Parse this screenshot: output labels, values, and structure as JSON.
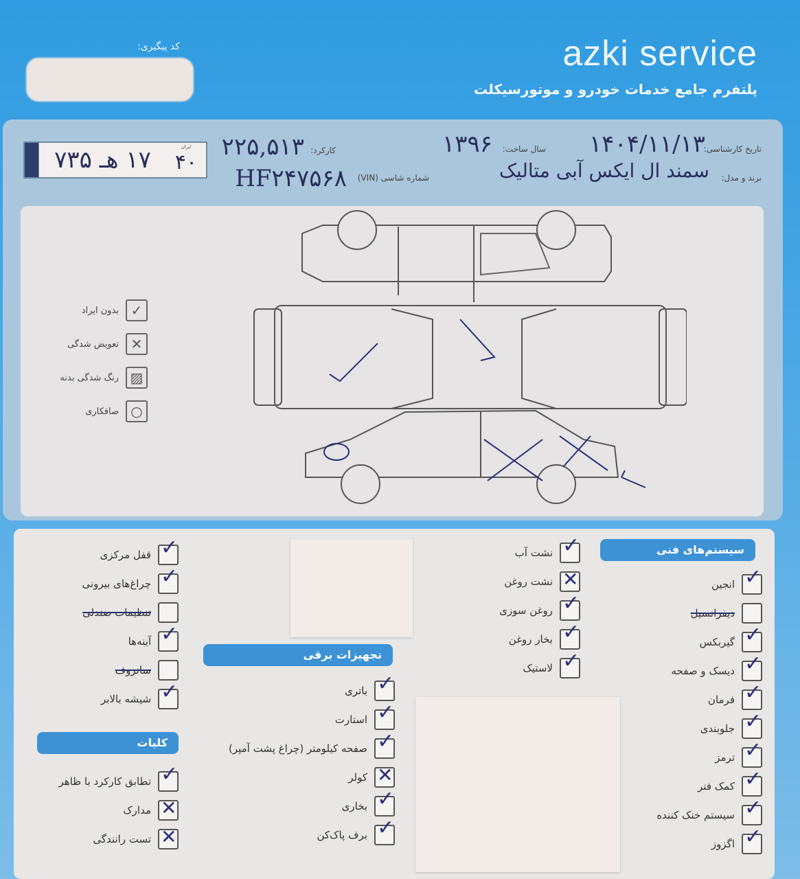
{
  "header": {
    "brand": "azki service",
    "tagline": "پلتفرم جامع خدمات خودرو و موتورسیکلت",
    "tracking_label": "کد پیگیری:"
  },
  "info": {
    "date_label": "تاریخ کارشناسی:",
    "date_value": "۱۴۰۴/۱۱/۱۳",
    "year_label": "سال ساخت:",
    "year_value": "۱۳۹۶",
    "mileage_label": "کارکرد:",
    "mileage_value": "۲۲۵,۵۱۳",
    "brand_label": "برند و مدل:",
    "brand_value": "سمند ال ایکس آبی متالیک",
    "vin_label": "شماره شاسی (VIN)",
    "vin_value": "HF۲۴۷۵۶۸",
    "plate": {
      "main": "۱۷ هـ ۷۳۵",
      "region_label": "ایران",
      "region": "۴۰"
    }
  },
  "legend": [
    {
      "label": "بدون ایراد",
      "icon": "check-icon",
      "glyph": "✓"
    },
    {
      "label": "تعویض شدگی",
      "icon": "x-icon",
      "glyph": "✕"
    },
    {
      "label": "رنگ شدگی بدنه",
      "icon": "hatch-icon",
      "glyph": "▨"
    },
    {
      "label": "صافکاری",
      "icon": "circle-icon",
      "glyph": "○"
    }
  ],
  "sections": {
    "technical": {
      "title": "سیستم‌های فنی",
      "items": [
        {
          "label": "انجین",
          "status": "check"
        },
        {
          "label": "دیفرانسیل",
          "status": "struck"
        },
        {
          "label": "گیربکس",
          "status": "check"
        },
        {
          "label": "دیسک و صفحه",
          "status": "check"
        },
        {
          "label": "فرمان",
          "status": "check"
        },
        {
          "label": "جلوبندی",
          "status": "check"
        },
        {
          "label": "ترمز",
          "status": "check"
        },
        {
          "label": "کمک فنر",
          "status": "check"
        },
        {
          "label": "سیستم خنک کننده",
          "status": "check"
        },
        {
          "label": "اگزوز",
          "status": "check"
        }
      ]
    },
    "leaks": {
      "items": [
        {
          "label": "نشت آب",
          "status": "check"
        },
        {
          "label": "نشت روغن",
          "status": "x"
        },
        {
          "label": "روغن سوزی",
          "status": "check"
        },
        {
          "label": "بخار روغن",
          "status": "check"
        },
        {
          "label": "لاستیک",
          "status": "check"
        }
      ]
    },
    "electrical": {
      "title": "تجهیزات برقی",
      "items": [
        {
          "label": "باتری",
          "status": "check"
        },
        {
          "label": "استارت",
          "status": "check"
        },
        {
          "label": "صفحه کیلومتر (چراغ پشت آمپر)",
          "status": "check"
        },
        {
          "label": "کولر",
          "status": "x"
        },
        {
          "label": "بخاری",
          "status": "check"
        },
        {
          "label": "برف پاک‌کن",
          "status": "check"
        }
      ]
    },
    "body": {
      "items": [
        {
          "label": "قفل مرکزی",
          "status": "check"
        },
        {
          "label": "چراغ‌های بیرونی",
          "status": "check"
        },
        {
          "label": "تنظیمات صندلی",
          "status": "struck"
        },
        {
          "label": "آینه‌ها",
          "status": "check"
        },
        {
          "label": "سانروف",
          "status": "struck"
        },
        {
          "label": "شیشه بالابر",
          "status": "check"
        }
      ]
    },
    "general": {
      "title": "کلیات",
      "items": [
        {
          "label": "تطابق کارکرد با ظاهر",
          "status": "check"
        },
        {
          "label": "مدارک",
          "status": "x"
        },
        {
          "label": "تست رانندگی",
          "status": "x"
        }
      ]
    }
  }
}
